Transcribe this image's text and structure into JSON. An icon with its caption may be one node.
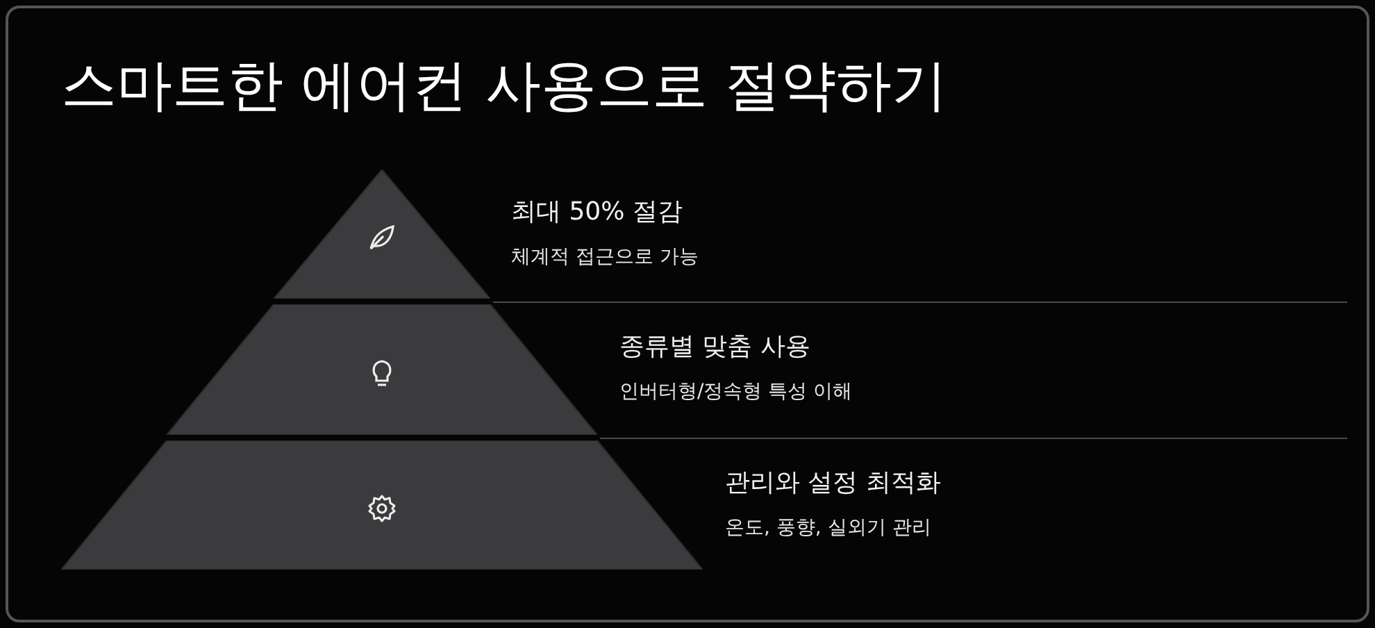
{
  "diagram": {
    "title": "스마트한 에어컨 사용으로 절약하기",
    "nodes": [
      {
        "text": [
          "최대 50% 절감",
          "체계적 접근으로 가능"
        ]
      },
      {
        "text": [
          "종류별 맞춤 사용",
          "인버터형/정속형 특성 이해"
        ]
      },
      {
        "text": [
          "관리와 설정 최적화",
          "온도, 풍향, 실외기 관리"
        ]
      }
    ]
  }
}
